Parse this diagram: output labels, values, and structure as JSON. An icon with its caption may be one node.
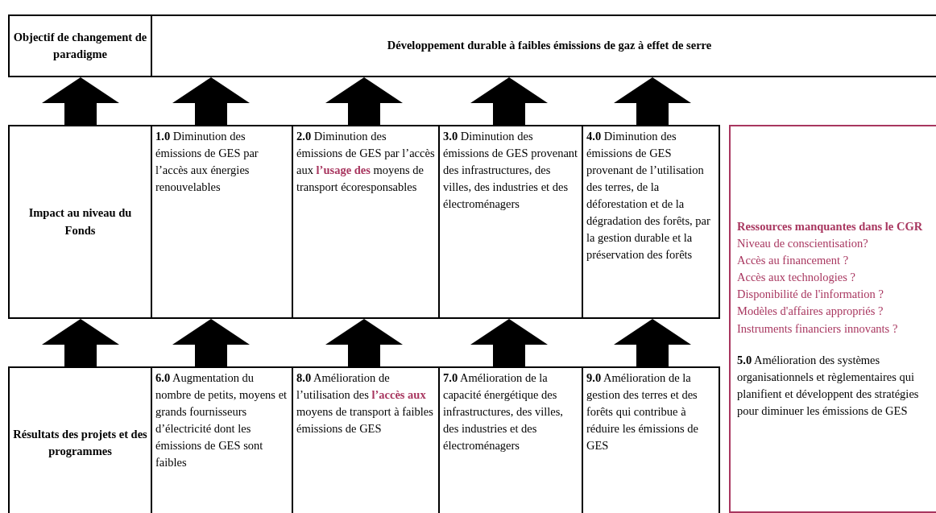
{
  "diagram": {
    "nodes": [
      {
        "text": [
          "Objectif de changement de paradigme"
        ]
      },
      {
        "text": [
          "Développement durable à faibles émissions de gaz à effet de serre"
        ]
      },
      {
        "text": [
          "Impact au niveau du Fonds"
        ]
      },
      {
        "text": [
          "**1.0** Diminution des émissions de GES par l’accès aux énergies renouvelables"
        ]
      },
      {
        "text": [
          "**2.0** Diminution des émissions de GES par l’accès aux **l’usage des** moyens de transport écoresponsables"
        ]
      },
      {
        "text": [
          "**3.0** Diminution des émissions de GES provenant des infrastructures, des villes, des industries et des électroménagers"
        ]
      },
      {
        "text": [
          "**4.0** Diminution des émissions de GES provenant de l’utilisation des terres, de la déforestation et de la dégradation des forêts, par la gestion durable et la préservation des forêts"
        ]
      },
      {
        "text": [
          "Ressources manquantes dans le CGR",
          "Niveau de conscientisation?",
          "Accès au financement ?",
          "Accès aux technologies ?",
          "Disponibilité de l'information ?",
          "Modèles d'affaires appropriés ?",
          "Instruments financiers innovants ?",
          "**5.0** Amélioration des systèmes organisationnels et règlementaires qui planifient et développent des stratégies pour diminuer les émissions de GES"
        ]
      },
      {
        "text": [
          "Résultats des projets et des programmes"
        ]
      },
      {
        "text": [
          "**6.0** Augmentation du nombre de petits, moyens et grands fournisseurs d’électricité dont les émissions de GES sont faibles"
        ]
      },
      {
        "text": [
          "**8.0** Amélioration de l’utilisation des **l’accès aux** moyens de transport à faibles émissions de GES"
        ]
      },
      {
        "text": [
          "**7.0** Amélioration de la capacité énergétique des infrastructures, des villes, des industries et des électroménagers"
        ]
      },
      {
        "text": [
          "**9.0** Amélioration de la gestion des terres et des forêts qui contribue à réduire les émissions de GES"
        ]
      }
    ],
    "edges": [
      {
        "from": 2,
        "to": 0,
        "arrow": "to"
      },
      {
        "from": 3,
        "to": 1,
        "arrow": "to"
      },
      {
        "from": 4,
        "to": 1,
        "arrow": "to"
      },
      {
        "from": 5,
        "to": 1,
        "arrow": "to"
      },
      {
        "from": 6,
        "to": 1,
        "arrow": "to"
      },
      {
        "from": 8,
        "to": 2,
        "arrow": "to"
      },
      {
        "from": 9,
        "to": 3,
        "arrow": "to"
      },
      {
        "from": 10,
        "to": 4,
        "arrow": "to"
      },
      {
        "from": 11,
        "to": 5,
        "arrow": "to"
      },
      {
        "from": 12,
        "to": 6,
        "arrow": "to"
      }
    ]
  }
}
